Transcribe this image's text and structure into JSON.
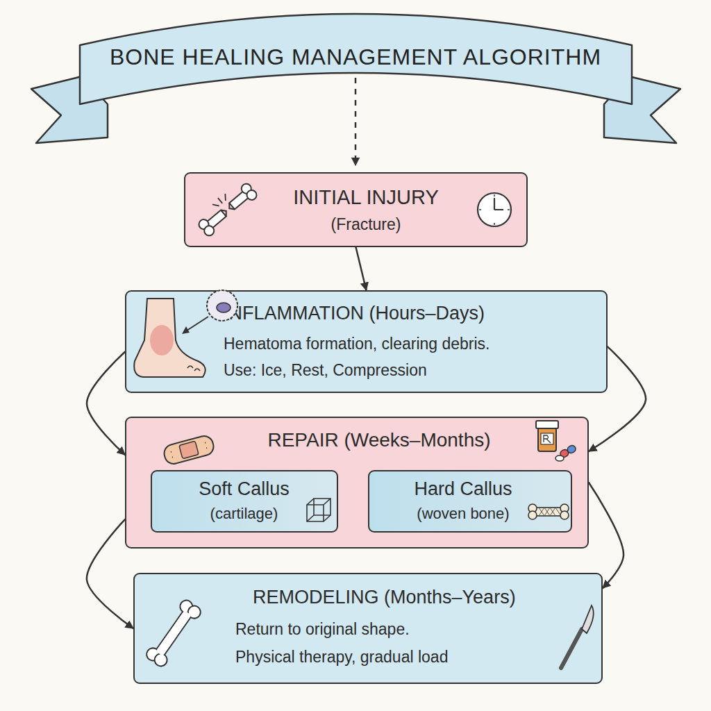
{
  "diagram": {
    "title": "BONE HEALING MANAGEMENT ALGORITHM",
    "nodes": [
      {
        "text": [
          "INITIAL INJURY",
          "(Fracture)"
        ]
      },
      {
        "text": [
          "INFLAMMATION (Hours–Days)",
          "Hematoma formation, clearing debris.",
          "Use: Ice, Rest, Compression"
        ]
      },
      {
        "text": [
          "REPAIR (Weeks–Months)"
        ]
      },
      {
        "text": [
          "Soft Callus",
          "(cartilage)"
        ],
        "in": 2
      },
      {
        "text": [
          "Hard Callus",
          "(woven bone)"
        ],
        "in": 2
      },
      {
        "text": [
          "REMODELING (Months–Years)",
          "Return to original shape.",
          "Physical therapy, gradual load"
        ]
      }
    ],
    "edges": [
      {
        "from": 0,
        "to": 1,
        "arrow": "to"
      },
      {
        "from": 1,
        "to": 2,
        "arrow": "to"
      },
      {
        "from": 1,
        "to": 2,
        "arrow": "to"
      },
      {
        "from": 2,
        "to": 5,
        "arrow": "to"
      },
      {
        "from": 2,
        "to": 5,
        "arrow": "to"
      }
    ]
  }
}
